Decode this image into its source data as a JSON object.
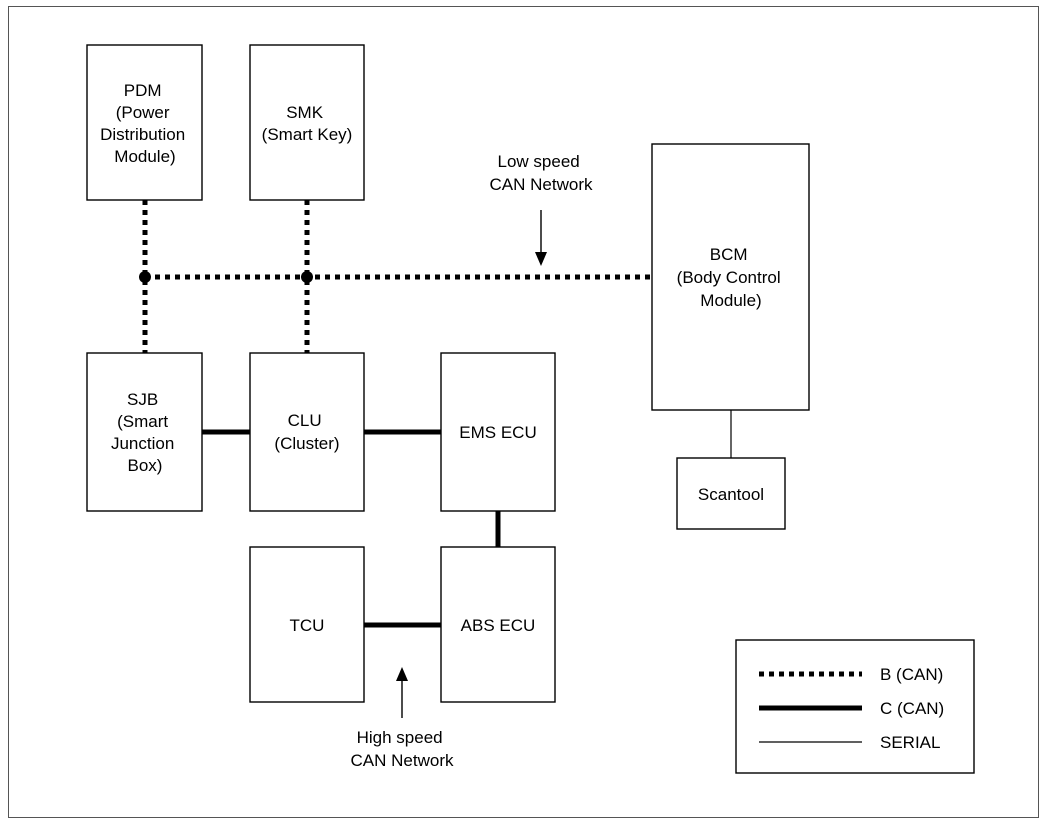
{
  "diagram": {
    "nodes": {
      "pdm": {
        "lines": [
          "PDM",
          "(Power",
          "Distribution",
          "Module)"
        ]
      },
      "smk": {
        "lines": [
          "SMK",
          "(Smart Key)"
        ]
      },
      "bcm": {
        "lines": [
          "BCM",
          "(Body Control",
          "Module)"
        ]
      },
      "sjb": {
        "lines": [
          "SJB",
          "(Smart",
          "Junction",
          "Box)"
        ]
      },
      "clu": {
        "lines": [
          "CLU",
          "(Cluster)"
        ]
      },
      "ems": {
        "lines": [
          "EMS ECU"
        ]
      },
      "scantool": {
        "lines": [
          "Scantool"
        ]
      },
      "tcu": {
        "lines": [
          "TCU"
        ]
      },
      "abs": {
        "lines": [
          "ABS ECU"
        ]
      }
    },
    "annotations": {
      "low_speed": [
        "Low speed",
        "CAN Network"
      ],
      "high_speed": [
        "High speed",
        "CAN Network"
      ]
    },
    "legend": {
      "b_can": "B (CAN)",
      "c_can": "C (CAN)",
      "serial": "SERIAL"
    },
    "colors": {
      "line": "#000000",
      "frame": "#555555",
      "background": "#ffffff"
    }
  }
}
